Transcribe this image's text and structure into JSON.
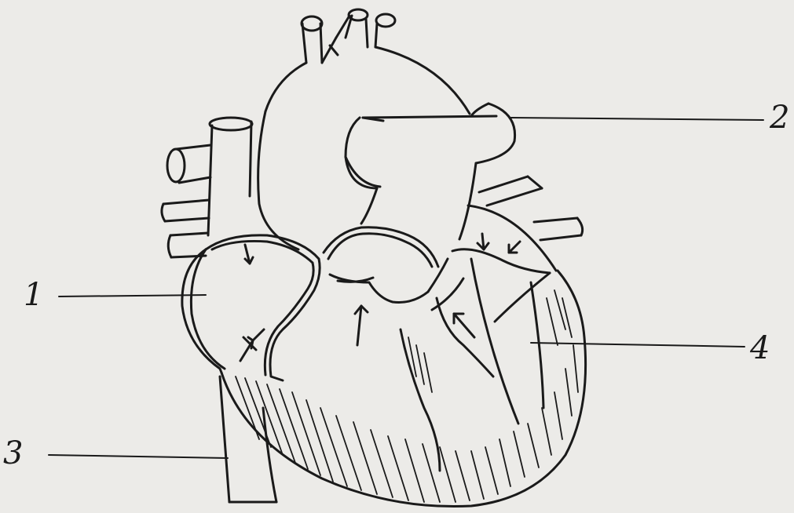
{
  "labels": {
    "one": "1",
    "two": "2",
    "three": "3",
    "four": "4"
  },
  "colors": {
    "paper": "#ecebe8",
    "ink": "#1a1a1a"
  }
}
